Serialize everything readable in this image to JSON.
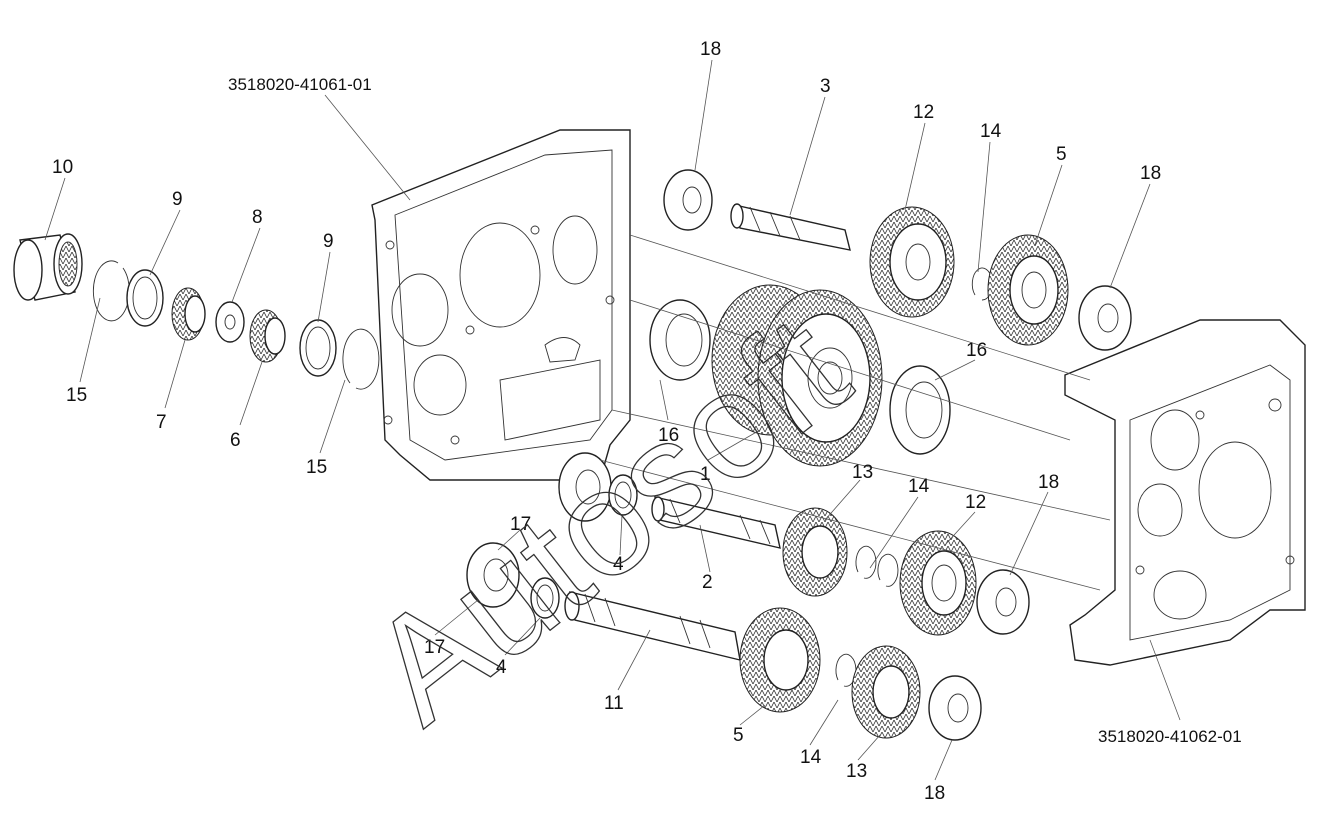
{
  "diagram": {
    "housing_left_part_number": "3518020-41061-01",
    "housing_right_part_number": "3518020-41062-01",
    "watermark": "Autosoft",
    "callouts": [
      "1",
      "2",
      "3",
      "4",
      "4",
      "5",
      "5",
      "6",
      "7",
      "8",
      "9",
      "9",
      "10",
      "11",
      "12",
      "12",
      "13",
      "13",
      "14",
      "14",
      "14",
      "15",
      "15",
      "16",
      "16",
      "17",
      "17",
      "18",
      "18",
      "18",
      "18"
    ]
  }
}
